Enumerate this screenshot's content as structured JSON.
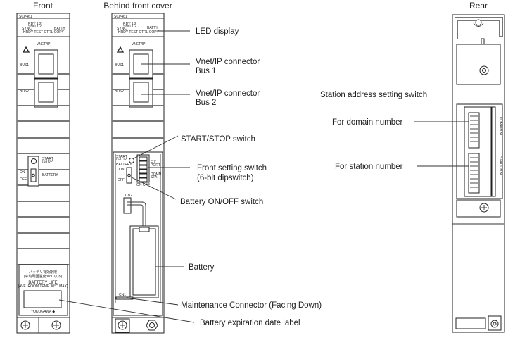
{
  "views": {
    "front": {
      "title": "Front"
    },
    "behind": {
      "title": "Behind front cover"
    },
    "rear": {
      "title": "Rear"
    }
  },
  "module": {
    "model": "SCP461",
    "led_rows": [
      "RDY 1 2",
      "SND 1 2",
      "SYNC",
      "BATTY",
      "HRDY TEST CTRL COPY"
    ],
    "vnet_label": "VNET/IP",
    "bus1_label": "BUS1",
    "bus2_label": "BUS2",
    "warning_icon": "warning-triangle-icon",
    "start_stop_label": "START /STOP",
    "battery_label": "BATTERY",
    "on_label": "ON",
    "off_label": "OFF",
    "fix_port_label": "FIX PORT",
    "domn_sta_label": "DOMN STA",
    "on_off_label": "ON OFF",
    "cn2_label": "CN2",
    "cn1_label": "CN1",
    "battery_life_jp1": "バッテリ有効期限",
    "battery_life_jp2": "(平均周囲温度30°C以下)",
    "battery_life_en": "BATTERY LIFE",
    "battery_life_sub": "(AVE. ROOM TEMP 30°C MAX)",
    "brand": "YOKOGAWA ◆",
    "domain_no_label": "DOMAIN NO.",
    "station_no_label": "STATION NO."
  },
  "callouts": {
    "led_display": "LED display",
    "vnet_bus1_line1": "Vnet/IP connector",
    "vnet_bus1_line2": "Bus 1",
    "vnet_bus2_line1": "Vnet/IP connector",
    "vnet_bus2_line2": "Bus 2",
    "start_stop": "START/STOP switch",
    "front_setting_line1": "Front setting switch",
    "front_setting_line2": "(6-bit dipswitch)",
    "battery_onoff": "Battery ON/OFF switch",
    "battery": "Battery",
    "maintenance": "Maintenance Connector (Facing Down)",
    "battery_expiration": "Battery expiration date label",
    "station_address": "Station address setting switch",
    "domain_number": "For domain number",
    "station_number": "For station number"
  }
}
